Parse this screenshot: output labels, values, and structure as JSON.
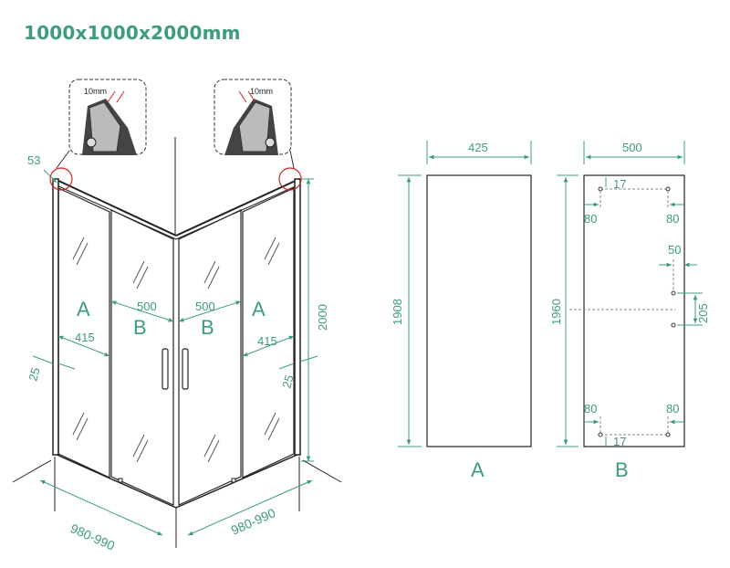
{
  "title": "1000x1000x2000mm",
  "colors": {
    "accent": "#3d9c7a",
    "line": "#222222"
  },
  "detail": {
    "gap_label": "10mm"
  },
  "enclosure": {
    "corner_dim": "53",
    "height": "2000",
    "base_left": "980-990",
    "base_right": "980-990",
    "left_fixed_label": "A",
    "left_door_label": "B",
    "right_door_label": "B",
    "right_fixed_label": "A",
    "left_door_width": "500",
    "right_door_width": "500",
    "left_fixed_width": "415",
    "right_fixed_width": "415",
    "left_wall_gap": "25",
    "right_wall_gap": "25"
  },
  "panel_a": {
    "label": "A",
    "width": "425",
    "height": "1908"
  },
  "panel_b": {
    "label": "B",
    "width": "500",
    "height": "1960",
    "top_hole_offset": "17",
    "bottom_hole_offset": "17",
    "top_left_margin": "80",
    "top_right_margin": "80",
    "bottom_left_margin": "80",
    "bottom_right_margin": "80",
    "edge_offset": "50",
    "handle_spacing": "205"
  }
}
